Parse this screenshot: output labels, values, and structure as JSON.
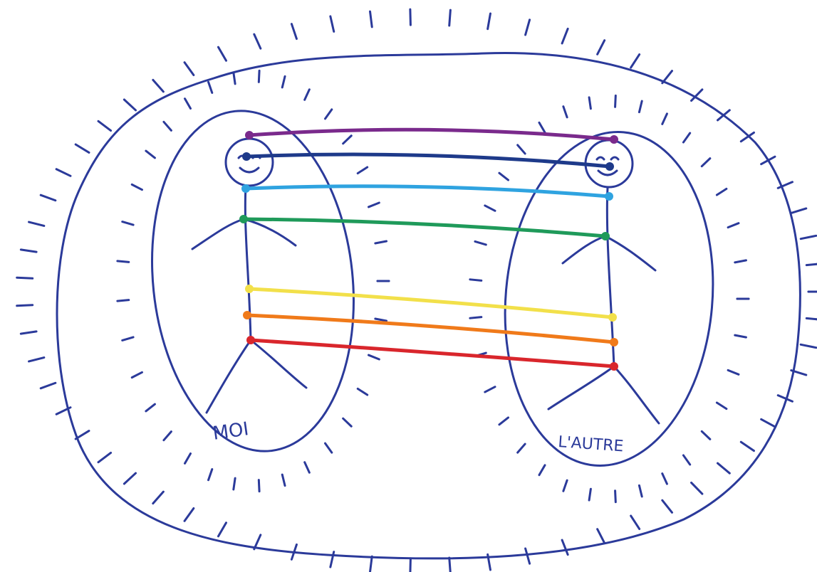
{
  "labels": {
    "left": "MOI",
    "right": "L'AUTRE"
  },
  "colors": {
    "ink": "#2b3a9a",
    "links": [
      "#7a2a8c",
      "#1e3a8a",
      "#2fa3e0",
      "#1f9a5a",
      "#f2e04a",
      "#f07a1a",
      "#d9262c"
    ]
  },
  "links": [
    {
      "color_name": "violet"
    },
    {
      "color_name": "indigo"
    },
    {
      "color_name": "sky-blue"
    },
    {
      "color_name": "green"
    },
    {
      "color_name": "yellow"
    },
    {
      "color_name": "orange"
    },
    {
      "color_name": "red"
    }
  ]
}
